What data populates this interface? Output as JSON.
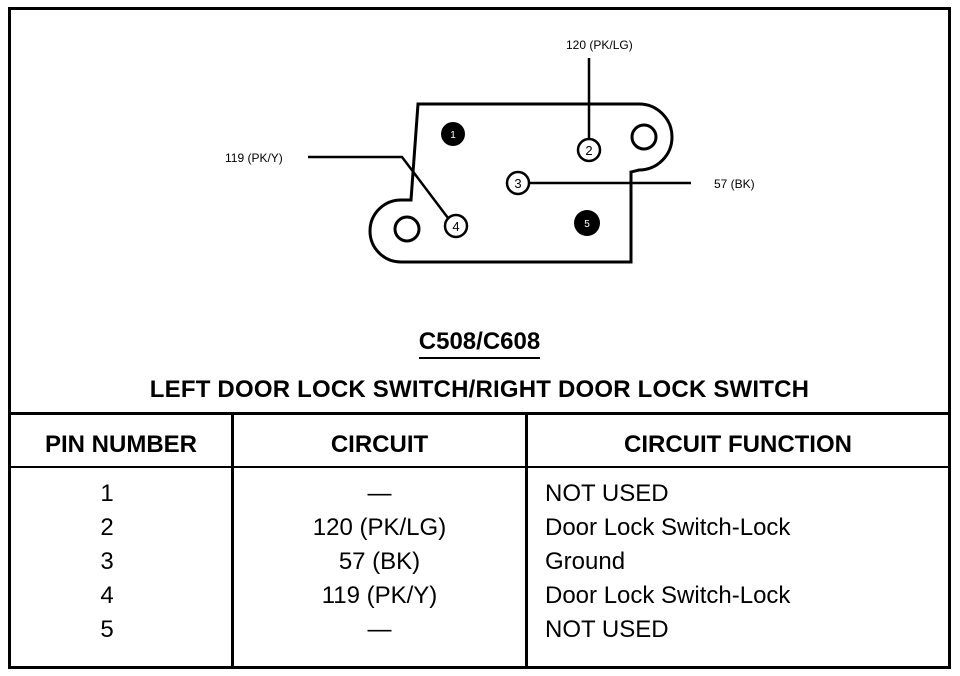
{
  "diagram": {
    "wire_labels": {
      "pin2": "120 (PK/LG)",
      "pin4": "119 (PK/Y)",
      "pin3": "57 (BK)"
    },
    "pins": [
      "1",
      "2",
      "3",
      "4",
      "5"
    ]
  },
  "connector": {
    "id": "C508/C608",
    "title": "LEFT DOOR LOCK SWITCH/RIGHT DOOR LOCK SWITCH"
  },
  "table": {
    "headers": [
      "PIN NUMBER",
      "CIRCUIT",
      "CIRCUIT FUNCTION"
    ],
    "rows": [
      {
        "pin": "1",
        "circuit": "—",
        "function": "NOT USED"
      },
      {
        "pin": "2",
        "circuit": "120 (PK/LG)",
        "function": "Door Lock Switch-Lock"
      },
      {
        "pin": "3",
        "circuit": "57 (BK)",
        "function": "Ground"
      },
      {
        "pin": "4",
        "circuit": "119 (PK/Y)",
        "function": "Door Lock Switch-Lock"
      },
      {
        "pin": "5",
        "circuit": "—",
        "function": "NOT USED"
      }
    ]
  }
}
